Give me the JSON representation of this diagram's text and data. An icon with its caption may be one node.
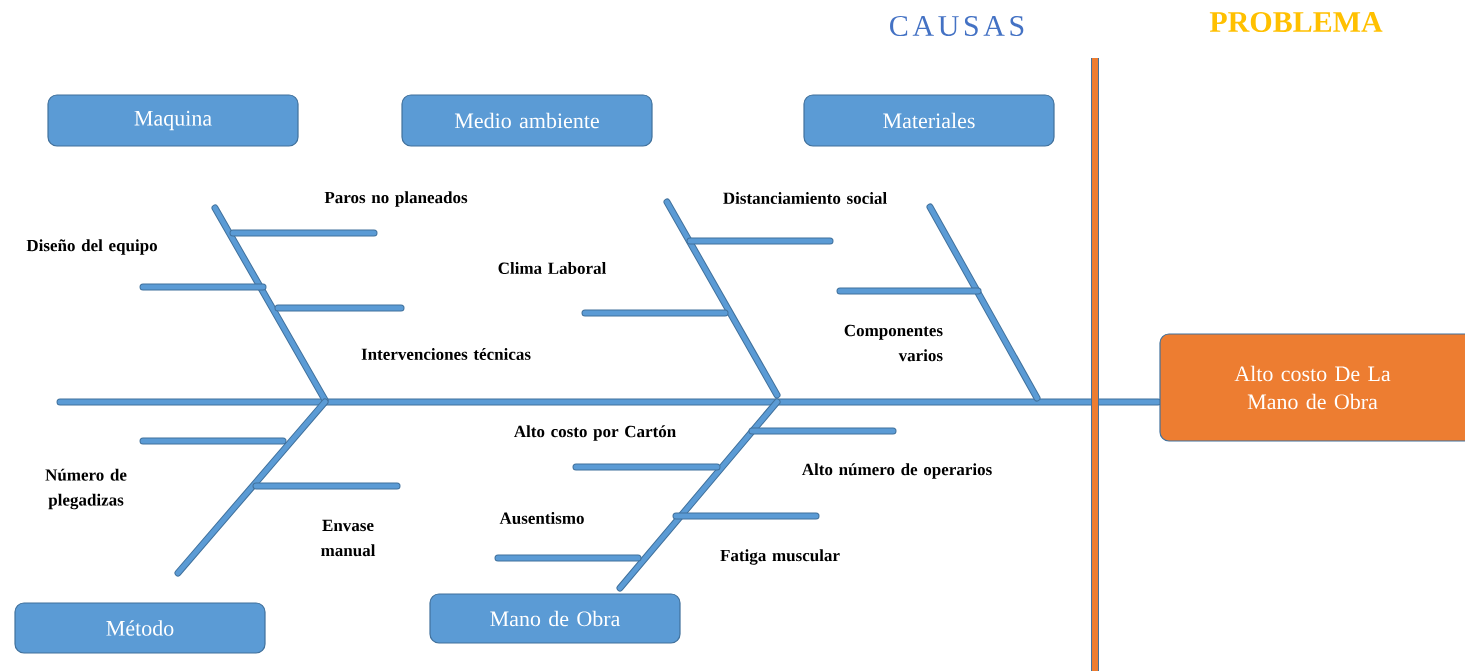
{
  "diagram": {
    "nodes": [
      {
        "text": [
          "Maquina"
        ]
      },
      {
        "text": [
          "Medio ambiente"
        ]
      },
      {
        "text": [
          "Materiales"
        ]
      },
      {
        "text": [
          "Método"
        ]
      },
      {
        "text": [
          "Mano de Obra"
        ]
      },
      {
        "text": [
          "Alto costo De La Mano de Obra"
        ]
      }
    ],
    "labels": [
      "CAUSAS",
      "PROBLEMA",
      "Distanciamiento social",
      "Paros no planeados",
      "Diseño del equipo",
      "Clima Laboral",
      "Componentes varios",
      "Intervenciones técnicas",
      "Alto costo por Cartón",
      "Alto número de operarios",
      "Número de plegadizas",
      "Ausentismo",
      "Envase manual",
      "Fatiga muscular"
    ]
  }
}
